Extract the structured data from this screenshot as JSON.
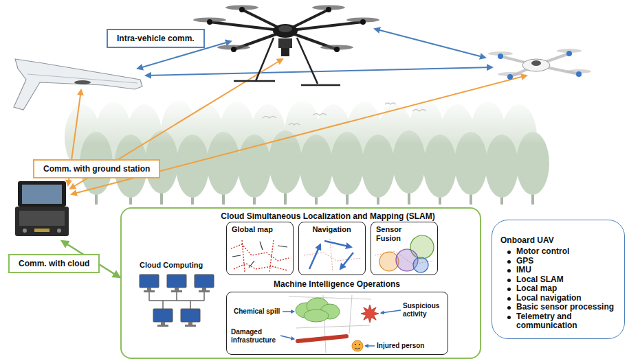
{
  "diagram": {
    "nodes": [
      {
        "text": [
          "Intra-vehicle comm."
        ]
      },
      {
        "text": [
          "Comm. with ground station"
        ]
      },
      {
        "text": [
          "Comm. with cloud"
        ]
      },
      {
        "text": [
          "Cloud Simultaneous Localization and Mapping (SLAM)",
          "Cloud Computing"
        ]
      },
      {
        "text": [
          "Global map"
        ],
        "in": 3
      },
      {
        "text": [
          "Navigation"
        ],
        "in": 3
      },
      {
        "text": [
          "Sensor Fusion"
        ],
        "in": 3
      },
      {
        "text": [
          "Machine Intelligence Operations",
          "Chemical spill",
          "Suspicious activity",
          "Damaged infrastructure",
          "Injured person"
        ],
        "in": 3
      },
      {
        "text": [
          "Onboard UAV",
          "Motor control",
          "GPS",
          "IMU",
          "Local SLAM",
          "Local map",
          "Local navigation",
          "Basic sensor processing",
          "Telemetry and communication"
        ]
      }
    ]
  }
}
